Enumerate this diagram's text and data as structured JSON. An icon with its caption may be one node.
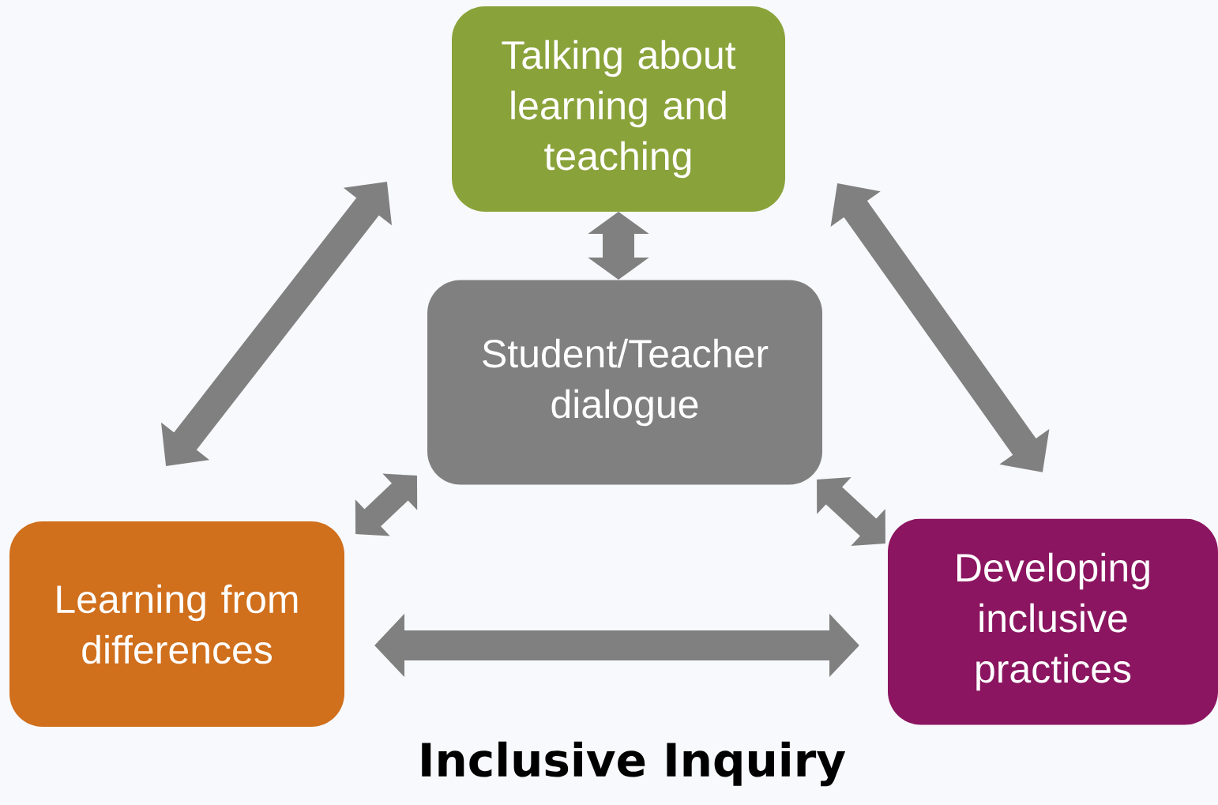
{
  "diagram": {
    "title": "Inclusive Inquiry",
    "nodes": [
      {
        "text": [
          "Talking about learning and teaching"
        ]
      },
      {
        "text": [
          "Student/Teacher dialogue"
        ]
      },
      {
        "text": [
          "Learning from differences"
        ]
      },
      {
        "text": [
          "Developing inclusive practices"
        ]
      }
    ],
    "edges": [
      {
        "from": 0,
        "to": 2,
        "arrow": "both"
      },
      {
        "from": 0,
        "to": 3,
        "arrow": "both"
      },
      {
        "from": 0,
        "to": 1,
        "arrow": "both"
      },
      {
        "from": 1,
        "to": 2,
        "arrow": "both"
      },
      {
        "from": 1,
        "to": 3,
        "arrow": "both"
      },
      {
        "from": 2,
        "to": 3,
        "arrow": "both"
      }
    ]
  }
}
